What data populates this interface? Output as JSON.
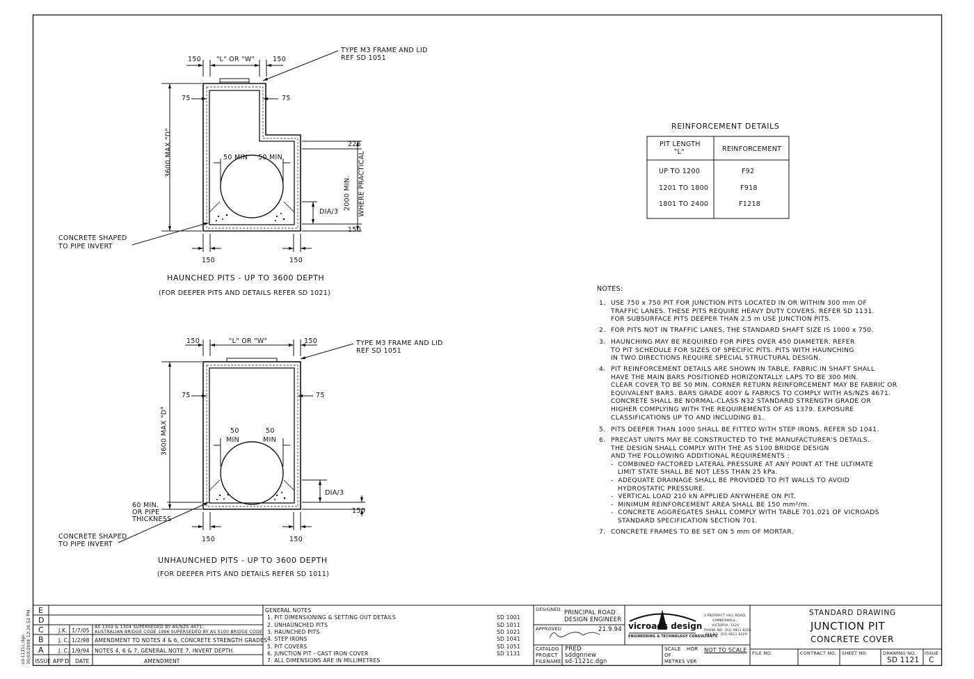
{
  "haunched": {
    "dim_left": "150",
    "dim_lw": "\"L\" OR \"W\"",
    "dim_right": "150",
    "frame_callout_1": "TYPE M3 FRAME AND LID",
    "frame_callout_2": "REF SD 1051",
    "dim_75_left": "75",
    "dim_75_right": "75",
    "dim_3600": "3600 MAX \"D\"",
    "dim_225": "225",
    "dim_2000": "2000 MIN.",
    "dim_where": "WHERE PRACTICAL",
    "dim_50_left": "50 MIN",
    "dim_50_right": "50 MIN",
    "dim_dia": "DIA/3",
    "dim_150_base": "150",
    "invert_1": "CONCRETE SHAPED",
    "invert_2": "TO PIPE INVERT",
    "dim_bottom_left": "150",
    "dim_bottom_right": "150",
    "title": "HAUNCHED PITS - UP TO 3600 DEPTH",
    "subtitle": "(FOR DEEPER PITS AND DETAILS REFER SD 1021)"
  },
  "unhaunched": {
    "dim_left": "150",
    "dim_lw": "\"L\" OR \"W\"",
    "dim_right": "150",
    "frame_callout_1": "TYPE M3 FRAME AND LID",
    "frame_callout_2": "REF SD 1051",
    "dim_75_left": "75",
    "dim_75_right": "75",
    "dim_3600": "3600 MAX \"D\"",
    "dim_50_left_1": "50",
    "dim_50_left_2": "MIN",
    "dim_50_right_1": "50",
    "dim_50_right_2": "MIN",
    "dim_dia": "DIA/3",
    "dim_150_base": "150",
    "min_1": "60 MIN.",
    "min_2": "OR PIPE",
    "min_3": "THICKNESS",
    "invert_1": "CONCRETE SHAPED",
    "invert_2": "TO PIPE INVERT",
    "dim_bottom_left": "150",
    "dim_bottom_right": "150",
    "title": "UNHAUNCHED PITS - UP TO 3600 DEPTH",
    "subtitle": "(FOR DEEPER PITS AND DETAILS REFER SD 1011)"
  },
  "reinforcement": {
    "title": "REINFORCEMENT DETAILS",
    "header_pit_1": "PIT LENGTH",
    "header_pit_2": "\"L\"",
    "header_reinf": "REINFORCEMENT",
    "rows": [
      {
        "length": "UP TO 1200",
        "reinf": "F92"
      },
      {
        "length": "1201 TO 1800",
        "reinf": "F918"
      },
      {
        "length": "1801 TO 2400",
        "reinf": "F1218"
      }
    ]
  },
  "notes": {
    "heading": "NOTES:",
    "items": [
      {
        "num": "1.",
        "text": "USE 750 x 750 PIT FOR JUNCTION PITS LOCATED IN OR WITHIN 300 mm OF\nTRAFFIC LANES. THESE PITS REQUIRE HEAVY DUTY COVERS. REFER SD 1131.\nFOR SUBSURFACE PITS DEEPER THAN 2.5 m USE JUNCTION PITS."
      },
      {
        "num": "2.",
        "text": "FOR PITS NOT IN TRAFFIC LANES, THE STANDARD SHAFT SIZE IS 1000 x 750."
      },
      {
        "num": "3.",
        "text": "HAUNCHING MAY BE REQUIRED FOR PIPES OVER 450 DIAMETER. REFER\nTO PIT SCHEDULE FOR SIZES OF SPECIFIC PITS. PITS WITH HAUNCHING\nIN TWO DIRECTIONS REQUIRE SPECIAL STRUCTURAL DESIGN."
      },
      {
        "num": "4.",
        "text": "PIT REINFORCEMENT DETAILS ARE SHOWN IN TABLE. FABRIC IN SHAFT SHALL\nHAVE THE MAIN BARS POSITIONED HORIZONTALLY. LAPS TO BE 300 MIN.\nCLEAR COVER TO BE 50 MIN. CORNER RETURN REINFORCEMENT MAY BE FABRIC OR\nEQUIVALENT BARS. BARS GRADE 400Y & FABRICS TO COMPLY WITH AS/NZS 4671.\nCONCRETE SHALL BE NORMAL-CLASS N32 STANDARD STRENGTH GRADE OR\nHIGHER COMPLYING WITH THE REQUIREMENTS OF AS 1379. EXPOSURE\nCLASSIFICATIONS UP TO AND INCLUDING B1."
      },
      {
        "num": "5.",
        "text": "PITS DEEPER THAN 1000 SHALL BE FITTED WITH STEP IRONS. REFER SD 1041."
      },
      {
        "num": "6.",
        "text": "PRECAST UNITS MAY BE CONSTRUCTED TO THE MANUFACTURER'S DETAILS.\nTHE DESIGN SHALL COMPLY WITH THE AS 5100 BRIDGE DESIGN\nAND THE FOLLOWING ADDITIONAL REQUIREMENTS :\n-  COMBINED FACTORED LATERAL PRESSURE AT ANY POINT AT THE ULTIMATE\n   LIMIT STATE SHALL BE NOT LESS THAN 25 kPa.\n-  ADEQUATE DRAINAGE SHALL BE PROVIDED TO PIT WALLS TO AVOID\n   HYDROSTATIC PRESSURE.\n-  VERTICAL LOAD 210 kN APPLIED ANYWHERE ON PIT.\n-  MINIMUM REINFORCEMENT AREA SHALL BE 150 mm²/m.\n-  CONCRETE AGGREGATES SHALL COMPLY WITH TABLE 701.021 OF VICROADS\n   STANDARD SPECIFICATION SECTION 701."
      },
      {
        "num": "7.",
        "text": "CONCRETE FRAMES TO BE SET ON 5 mm OF MORTAR."
      }
    ]
  },
  "title_block": {
    "side_file": "sd-1121c.dgn",
    "side_date": "30/03/2006  12:26:52 PM",
    "amendments": [
      {
        "issue": "E",
        "appd": "",
        "date": "",
        "text": ""
      },
      {
        "issue": "D",
        "appd": "",
        "date": "",
        "text": ""
      },
      {
        "issue": "C",
        "appd": "J.K.",
        "date": "1/7/05",
        "text": "AS 1302 & 1304 SUPERSEDED BY AS/NZS 4671.",
        "text2": "AUSTRALIAN BRIDGE CODE 1996 SUPERSEDED BY AS 5100 BRIDGE CODE"
      },
      {
        "issue": "B",
        "appd": "J. C.",
        "date": "1/2/98",
        "text": "AMENDMENT TO NOTES 4 & 6, CONCRETE STRENGTH GRADES."
      },
      {
        "issue": "A",
        "appd": "J. C.",
        "date": "1/9/94",
        "text": "NOTES 4, 6 & 7, GENERAL NOTE 7, INVERT DEPTH."
      }
    ],
    "col_issue": "ISSUE",
    "col_appd": "APP'D",
    "col_date": "DATE",
    "col_amendment": "AMENDMENT",
    "general_notes_title": "GENERAL NOTES",
    "general_notes": [
      {
        "text": "1.  PIT DIMENSIONING & SETTING OUT DETAILS",
        "ref": "SD 1001"
      },
      {
        "text": "2.  UNHAUNCHED PITS",
        "ref": "SD 1011"
      },
      {
        "text": "3.  HAUNCHED PITS",
        "ref": "SD 1021"
      },
      {
        "text": "4.  STEP IRONS",
        "ref": "SD 1041"
      },
      {
        "text": "5.  PIT COVERS",
        "ref": "SD 1051"
      },
      {
        "text": "6.  JUNCTION PIT - CAST IRON COVER",
        "ref": "SD 1131"
      },
      {
        "text": "7.  ALL DIMENSIONS ARE IN MILLIMETRES",
        "ref": ""
      }
    ],
    "designed_label": "DESIGNED",
    "designed_1": "PRINCIPAL ROAD",
    "designed_2": "DESIGN ENGINEER",
    "approved_label": "APPROVED",
    "approved_date": "21.9.94",
    "catalog_label": "CATALOG",
    "catalog_value": "PRED",
    "project_label": "PROJECT",
    "project_value": "sddgnnew",
    "filename_label": "FILENAME",
    "filename_value": "sd-1121c.dgn",
    "logo_name": "vicroads design",
    "logo_sub": "ENGINEERING & TECHNOLOGY CONSULTANTS",
    "addr_1": "3 PROSPECT HILL ROAD,",
    "addr_2": "CAMBERWELL,",
    "addr_3": "VICTORIA, 3124",
    "addr_4": "PHONE NO. (03) 9811 8355",
    "addr_5": "FAX NO. (03) 9811 8329",
    "scale_label": "SCALE",
    "scale_hor": "HOR",
    "scale_of": "OF",
    "scale_metres": "METRES",
    "scale_ver": "VER",
    "scale_value": "NOT TO SCALE",
    "std_drawing": "STANDARD DRAWING",
    "title_1": "JUNCTION PIT",
    "title_2": "CONCRETE COVER",
    "file_no": "FILE NO.",
    "contract_no": "CONTRACT NO.",
    "sheet_no": "SHEET NO.",
    "drawing_no_label": "DRAWING NO.",
    "drawing_no": "SD 1121",
    "issue_label": "ISSUE",
    "issue_value": "C"
  }
}
